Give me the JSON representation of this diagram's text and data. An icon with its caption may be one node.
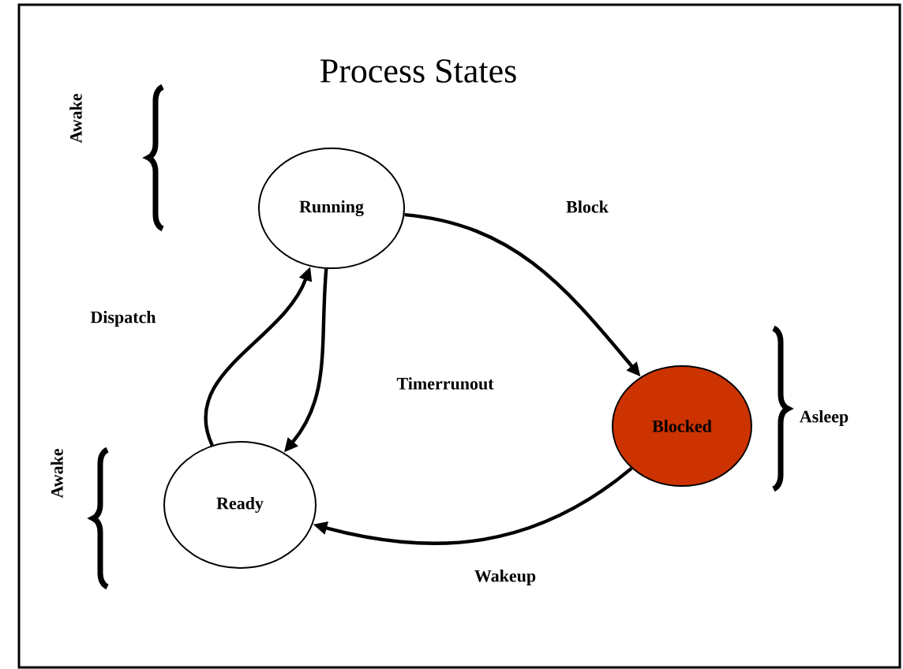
{
  "diagram": {
    "title": "Process States",
    "nodes": [
      {
        "text": [
          "Running"
        ]
      },
      {
        "text": [
          "Ready"
        ]
      },
      {
        "text": [
          "Blocked"
        ]
      }
    ],
    "edges": [
      {
        "from": 0,
        "to": 2,
        "arrow": "to",
        "label": "Block"
      },
      {
        "from": 0,
        "to": 1,
        "arrow": "to",
        "label": "Timerrunout"
      },
      {
        "from": 1,
        "to": 0,
        "arrow": "to",
        "label": "Dispatch"
      },
      {
        "from": 2,
        "to": 1,
        "arrow": "to",
        "label": "Wakeup"
      }
    ],
    "labels": [
      "Awake",
      "Awake",
      "Asleep"
    ]
  }
}
